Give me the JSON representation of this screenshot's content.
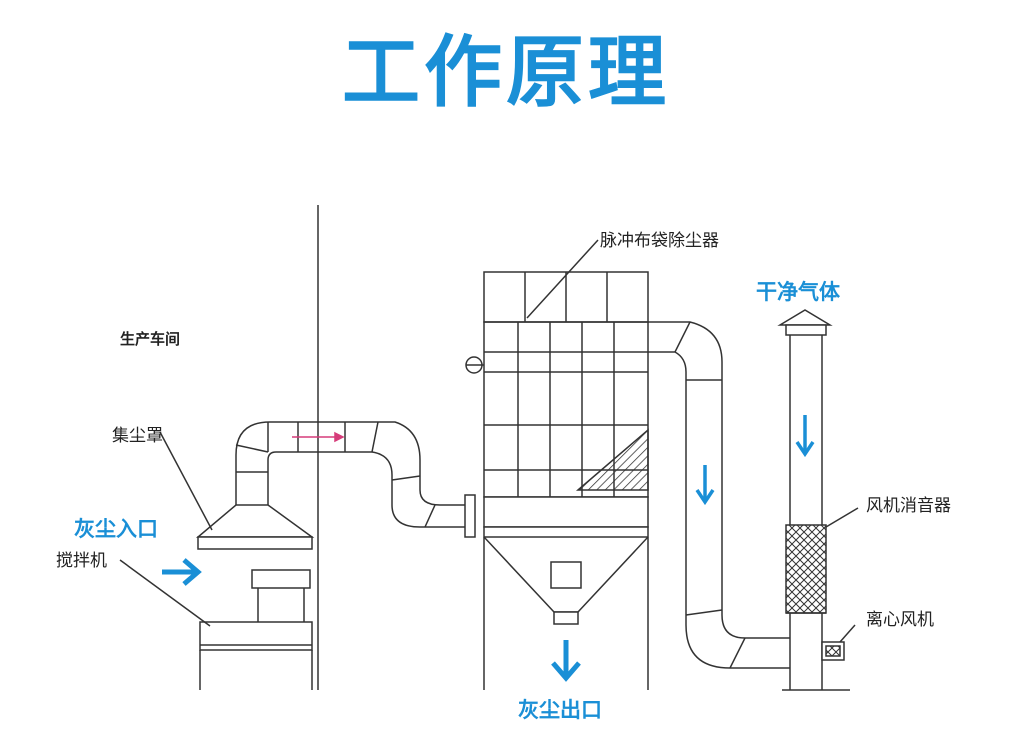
{
  "title": "工作原理",
  "labels": {
    "workshop": "生产车间",
    "dust_hood": "集尘罩",
    "dust_inlet": "灰尘入口",
    "mixer": "搅拌机",
    "bag_filter": "脉冲布袋除尘器",
    "clean_gas": "干净气体",
    "silencer": "风机消音器",
    "fan": "离心风机",
    "dust_outlet": "灰尘出口"
  },
  "colors": {
    "accent": "#1a8fd6",
    "line": "#333333",
    "flow_arrow": "#d63c7a"
  }
}
